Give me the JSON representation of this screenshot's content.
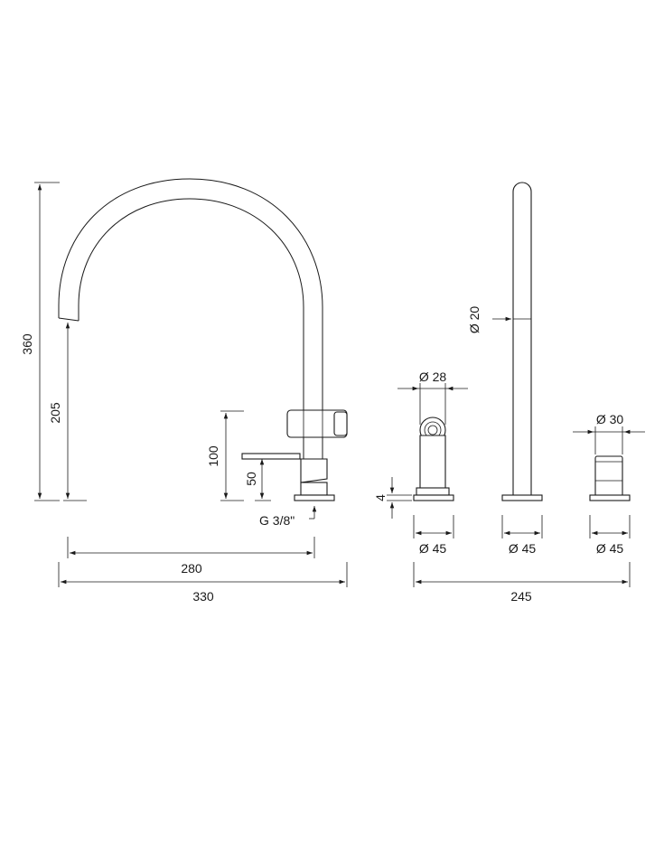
{
  "dimensions": {
    "faucet_height": "360",
    "spout_height": "205",
    "mixer_height": "100",
    "base_height": "50",
    "connection_thread": "G 3/8\"",
    "spray_diameter": "Ø 28",
    "plate_thickness": "4",
    "rod_diameter": "Ø 20",
    "knob_diameter": "Ø 30",
    "base_diameter_spray": "Ø 45",
    "base_diameter_rod": "Ø 45",
    "base_diameter_knob": "Ø 45",
    "spout_reach": "280",
    "overall_width": "330",
    "accessories_width": "245"
  }
}
